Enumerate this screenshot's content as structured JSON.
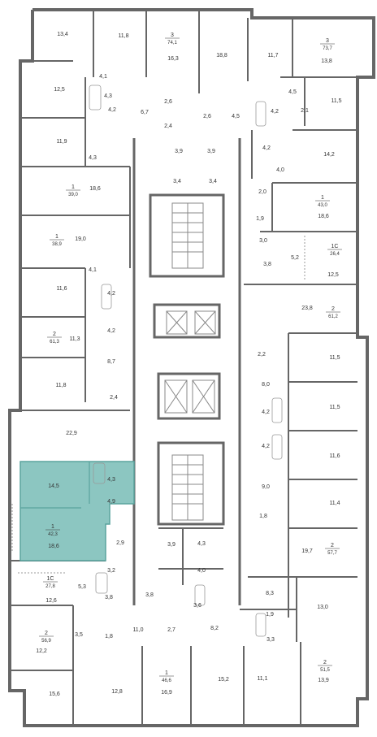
{
  "colors": {
    "wall": "#666666",
    "highlight": "#8cc6c1",
    "highlight_stroke": "#5aa39d",
    "text": "#333333",
    "stair": "#888888"
  },
  "highlighted_apartment": {
    "rooms": "1",
    "total_area": "42,3"
  },
  "apartments": [
    {
      "rooms": "3",
      "area": "74,1"
    },
    {
      "rooms": "3",
      "area": "73,7"
    },
    {
      "rooms": "1",
      "area": "39,0"
    },
    {
      "rooms": "1",
      "area": "43,0"
    },
    {
      "rooms": "1",
      "area": "38,9"
    },
    {
      "rooms": "1С",
      "area": "26,4"
    },
    {
      "rooms": "2",
      "area": "61,2"
    },
    {
      "rooms": "2",
      "area": "61,3"
    },
    {
      "rooms": "1",
      "area": "42,3"
    },
    {
      "rooms": "2",
      "area": "57,7"
    },
    {
      "rooms": "1С",
      "area": "27,8"
    },
    {
      "rooms": "2",
      "area": "56,9"
    },
    {
      "rooms": "2",
      "area": "51,5"
    },
    {
      "rooms": "1",
      "area": "46,6"
    }
  ],
  "room_areas": [
    "13,4",
    "11,8",
    "16,3",
    "18,8",
    "11,7",
    "13,8",
    "4,1",
    "12,5",
    "4,3",
    "4,2",
    "6,7",
    "2,6",
    "2,4",
    "2,6",
    "4,5",
    "4,5",
    "11,5",
    "4,2",
    "2,1",
    "11,9",
    "4,3",
    "3,9",
    "3,9",
    "4,2",
    "14,2",
    "18,6",
    "3,4",
    "3,4",
    "4,0",
    "2,0",
    "18,6",
    "1,9",
    "19,0",
    "3,0",
    "5,2",
    "12,5",
    "3,8",
    "4,1",
    "11,6",
    "4,2",
    "4,2",
    "23,8",
    "11,3",
    "2,2",
    "11,5",
    "8,7",
    "8,0",
    "11,8",
    "2,4",
    "11,5",
    "22,9",
    "4,2",
    "4,2",
    "11,6",
    "14,5",
    "4,3",
    "9,0",
    "4,9",
    "11,4",
    "18,6",
    "1,8",
    "2,9",
    "3,9",
    "4,3",
    "4,0",
    "19,7",
    "3,2",
    "5,3",
    "8,3",
    "12,6",
    "3,8",
    "3,8",
    "3,6",
    "13,0",
    "1,9",
    "11,0",
    "2,7",
    "8,2",
    "3,5",
    "1,8",
    "3,3",
    "12,2",
    "11,1",
    "13,9",
    "15,6",
    "12,8",
    "16,9",
    "15,2"
  ]
}
